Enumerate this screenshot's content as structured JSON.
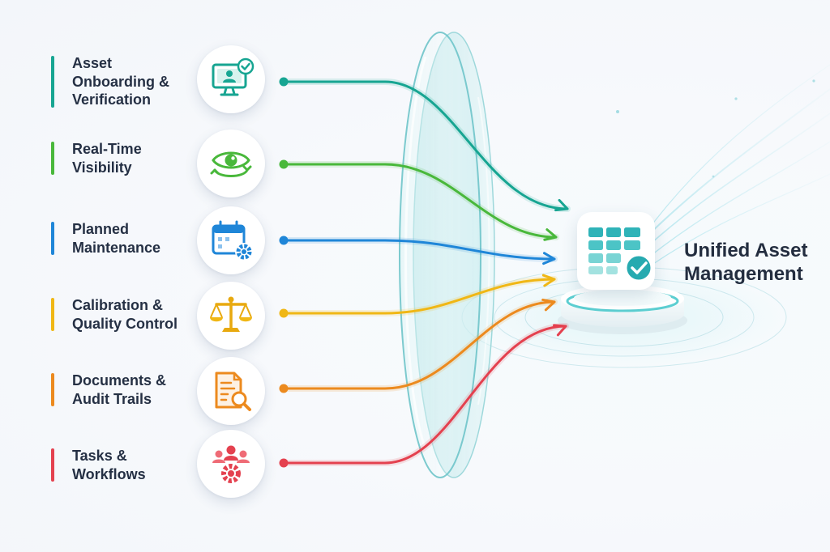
{
  "title": "Unified Asset\nManagement",
  "items": [
    {
      "label": "Asset\nOnboarding &\nVerification",
      "color": "#17a592",
      "icon": "monitor-user-check-icon"
    },
    {
      "label": "Real-Time\nVisibility",
      "color": "#49b83b",
      "icon": "eye-refresh-icon"
    },
    {
      "label": "Planned\nMaintenance",
      "color": "#1f86d8",
      "icon": "calendar-gear-icon"
    },
    {
      "label": "Calibration &\nQuality Control",
      "color": "#f0b715",
      "icon": "balance-scale-icon"
    },
    {
      "label": "Documents &\nAudit Trails",
      "color": "#ec8a1e",
      "icon": "document-search-icon"
    },
    {
      "label": "Tasks &\nWorkflows",
      "color": "#e4414f",
      "icon": "team-gear-icon"
    }
  ],
  "hub": {
    "icon": "table-check-icon",
    "color": "#2fb3b8"
  }
}
